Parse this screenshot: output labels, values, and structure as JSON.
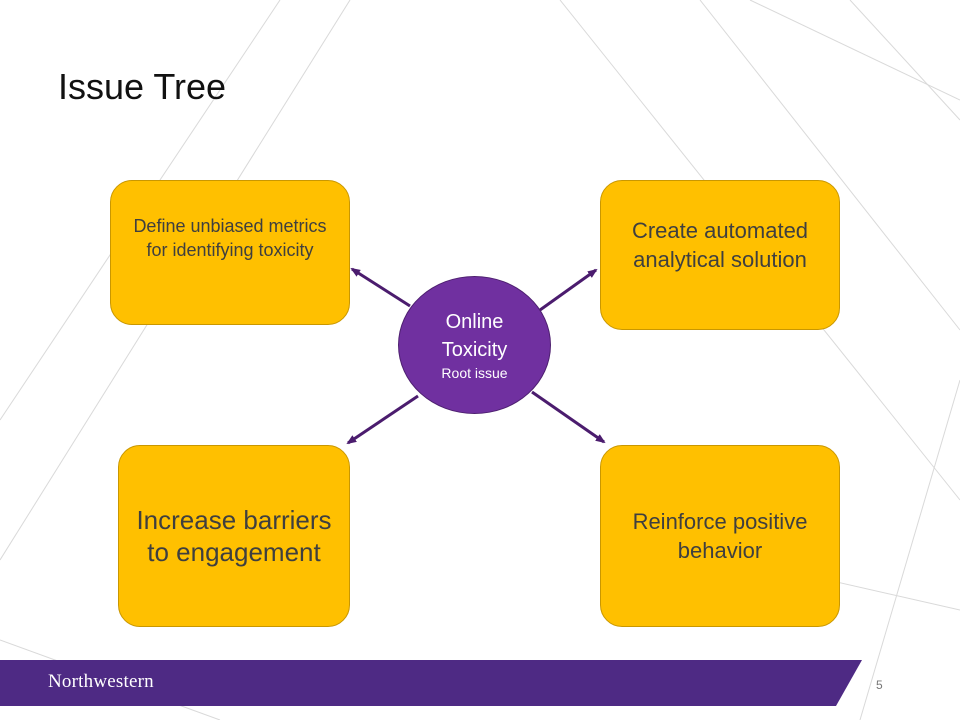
{
  "slide": {
    "title": "Issue Tree",
    "page_number": "5"
  },
  "root": {
    "title": "Online Toxicity",
    "subtitle": "Root issue",
    "color": "#7030A0"
  },
  "branches": {
    "top_left": "Define unbiased metrics for identifying toxicity",
    "top_right": "Create automated analytical solution",
    "bottom_left": "Increase barriers to engagement",
    "bottom_right": "Reinforce positive behavior",
    "color": "#FFC000"
  },
  "footer": {
    "brand": "Northwestern",
    "bar_color": "#4E2A84"
  }
}
